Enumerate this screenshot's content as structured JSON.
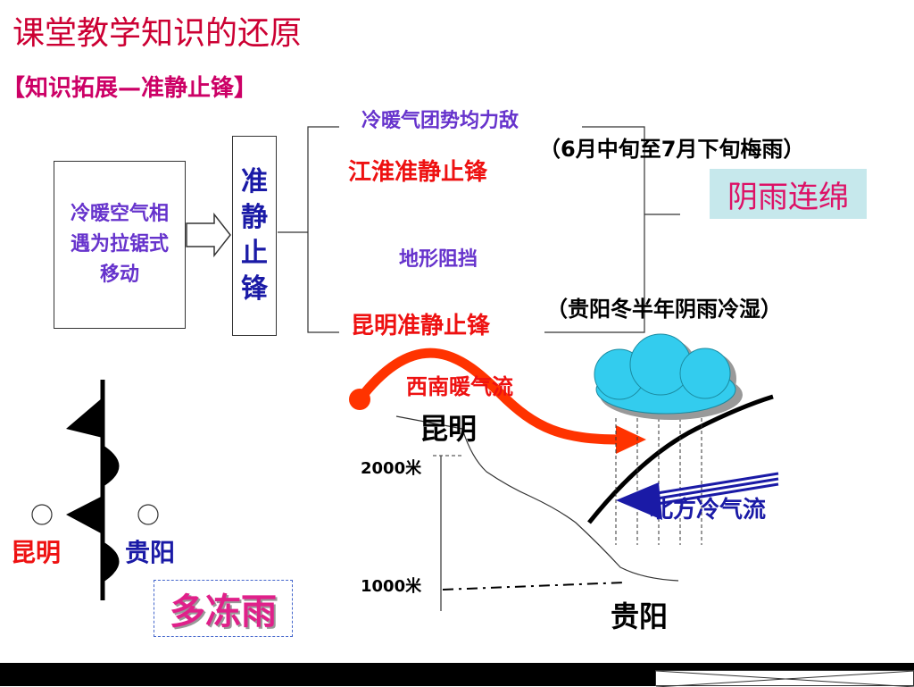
{
  "title": "课堂教学知识的还原",
  "subtitle": "【知识拓展—准静止锋】",
  "flow": {
    "left_box": "冷暖空气相遇为拉锯式移动",
    "front_box": "准静止锋",
    "balance": "冷暖气团势均力敌",
    "front_jianghuai": "江淮准静止锋",
    "terrain": "地形阻挡",
    "front_kunming": "昆明准静止锋",
    "note_meiyu": "（6月中旬至7月下旬梅雨）",
    "note_guiyang": "（贵阳冬半年阴雨冷湿）",
    "result": "阴雨连绵"
  },
  "front_symbol": {
    "city_left": "昆明",
    "city_right": "贵阳",
    "result": "多冻雨"
  },
  "profile": {
    "warm_flow": "西南暖气流",
    "kunming": "昆明",
    "alt_high": "2000米",
    "cold_flow": "北方冷气流",
    "alt_low": "1000米",
    "guiyang": "贵阳"
  },
  "colors": {
    "title": "#cc0033",
    "purple": "#6633cc",
    "red": "#ee1111",
    "navy": "#1a1aa6",
    "warm_arrow": "#ff3300",
    "cold_arrow": "#1a1aa6",
    "cloud": "#33ccee"
  },
  "icons": [
    "hollow-arrow-icon",
    "cloud-icon",
    "warm-current-arrow-icon",
    "cold-current-arrow-icon",
    "stationary-front-symbol"
  ]
}
